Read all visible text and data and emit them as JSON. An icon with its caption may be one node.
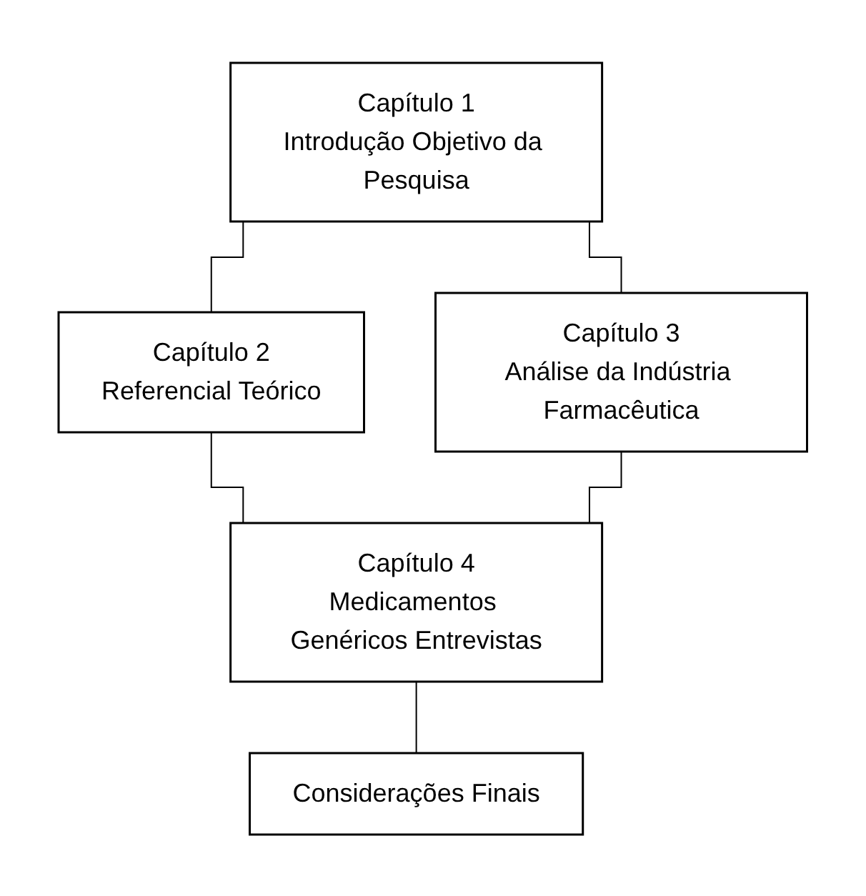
{
  "diagram": {
    "nodes": [
      {
        "text": [
          "Capítulo 1",
          "Introdução Objetivo da Pesquisa"
        ]
      },
      {
        "text": [
          "Capítulo 2",
          "Referencial Teórico"
        ]
      },
      {
        "text": [
          "Capítulo 3",
          "Análise da Indústria Farmacêutica"
        ]
      },
      {
        "text": [
          "Capítulo 4",
          "Medicamentos Genéricos Entrevistas"
        ]
      },
      {
        "text": [
          "Considerações Finais"
        ]
      }
    ],
    "edges": [
      {
        "from": 0,
        "to": 1,
        "arrow": "none"
      },
      {
        "from": 0,
        "to": 2,
        "arrow": "none"
      },
      {
        "from": 1,
        "to": 3,
        "arrow": "none"
      },
      {
        "from": 2,
        "to": 3,
        "arrow": "none"
      },
      {
        "from": 3,
        "to": 4,
        "arrow": "none"
      }
    ]
  }
}
